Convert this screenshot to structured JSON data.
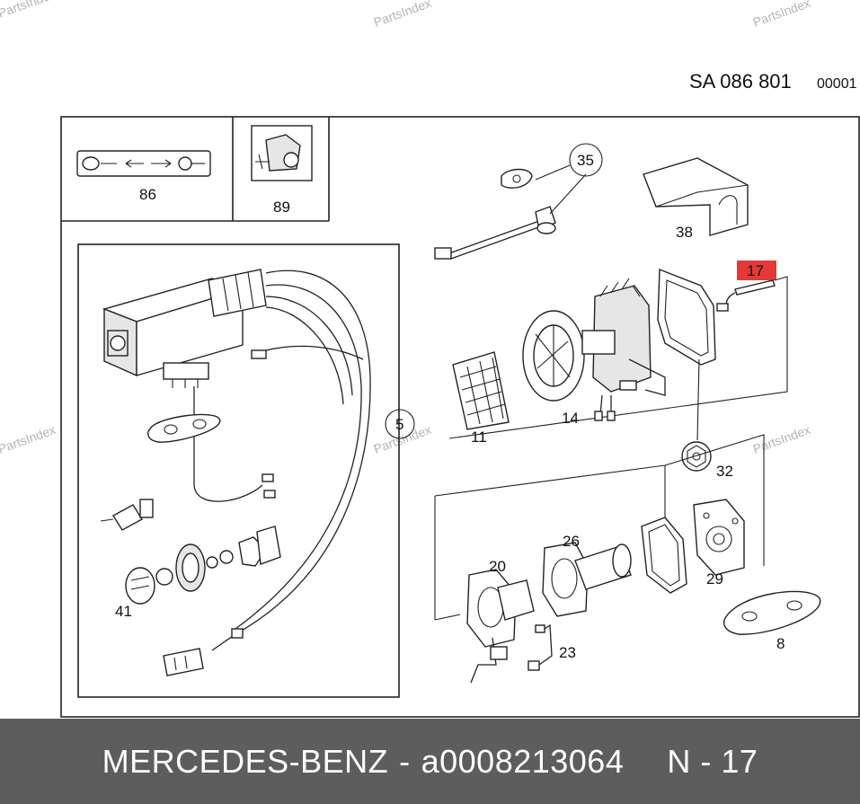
{
  "watermark": "PartsIndex",
  "header": {
    "code": "SA 086 801",
    "ref": "00001"
  },
  "callouts": {
    "p86": "86",
    "p89": "89",
    "p35": "35",
    "p38": "38",
    "p17": "17",
    "p5": "5",
    "p11": "11",
    "p14": "14",
    "p32": "32",
    "p26": "26",
    "p20": "20",
    "p29": "29",
    "p23": "23",
    "p8": "8",
    "p41": "41"
  },
  "footer": {
    "brand": "MERCEDES-BENZ",
    "sep": "-",
    "part_number": "a0008213064",
    "position": "N - 17"
  },
  "colors": {
    "highlight": "#e53935",
    "footer_bg": "#5d5d5d",
    "watermark": "#b4b4b4"
  }
}
